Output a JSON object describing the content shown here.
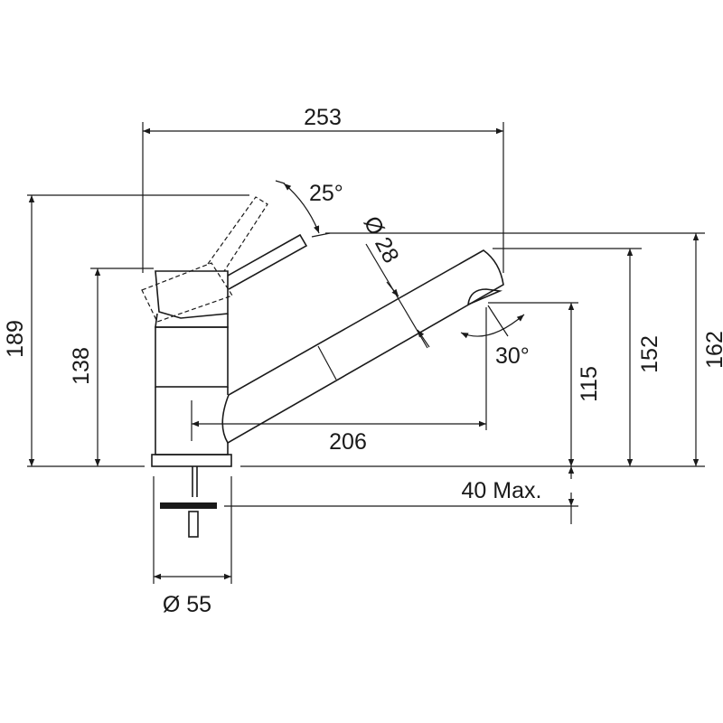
{
  "dimensions": {
    "width_total": "253",
    "height_lever": "189",
    "height_body": "138",
    "height_spout_outlet": "115",
    "height_spout_top": "152",
    "height_max": "162",
    "spout_reach": "206",
    "counter_thickness": "40 Max.",
    "base_diameter": "Ø 55",
    "spout_diameter": "Ø 28",
    "lever_angle": "25°",
    "spout_angle": "30°"
  }
}
